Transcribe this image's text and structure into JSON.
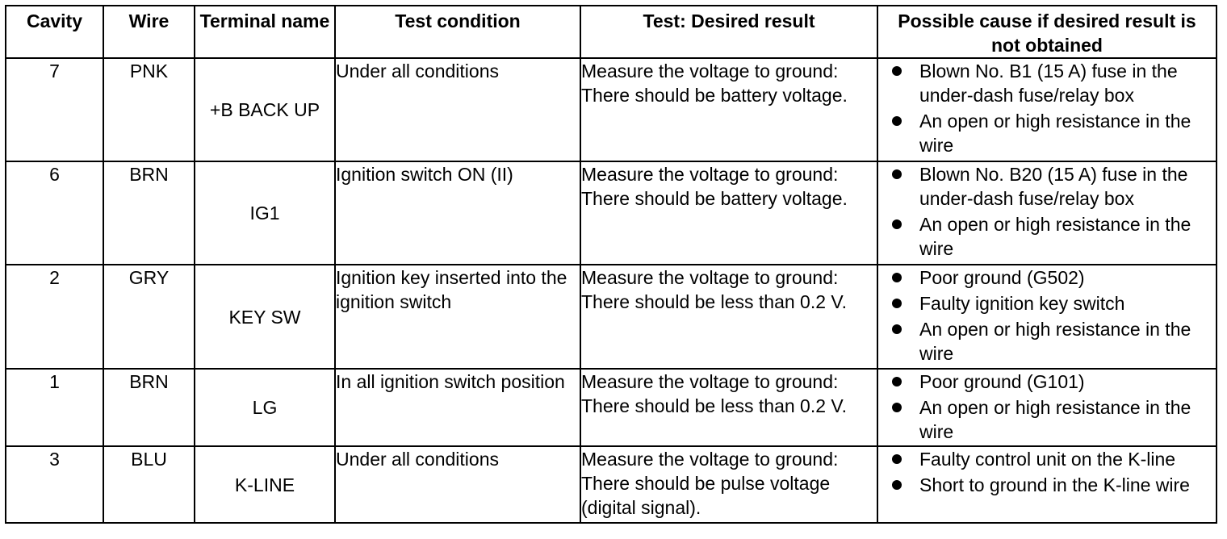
{
  "headers": {
    "cavity": "Cavity",
    "wire": "Wire",
    "terminal": "Terminal name",
    "condition": "Test condition",
    "result": "Test: Desired result",
    "cause": "Possible cause if desired result is not obtained"
  },
  "rows": [
    {
      "cavity": "7",
      "wire": "PNK",
      "terminal": "+B BACK UP",
      "condition": "Under all conditions",
      "result": "Measure the voltage to ground: There should be battery voltage.",
      "causes": [
        "Blown No. B1 (15 A) fuse in the under-dash fuse/relay box",
        "An open or high resistance in the wire"
      ]
    },
    {
      "cavity": "6",
      "wire": "BRN",
      "terminal": "IG1",
      "condition": "Ignition switch ON (II)",
      "result": "Measure the voltage to ground: There should be battery voltage.",
      "causes": [
        "Blown No. B20 (15 A) fuse in the under-dash fuse/relay box",
        "An open or high resistance in the wire"
      ]
    },
    {
      "cavity": "2",
      "wire": "GRY",
      "terminal": "KEY SW",
      "condition": "Ignition key inserted into the ignition switch",
      "result": "Measure the voltage to ground: There should be less than 0.2 V.",
      "causes": [
        "Poor ground (G502)",
        "Faulty ignition key switch",
        "An open or high resistance in the wire"
      ]
    },
    {
      "cavity": "1",
      "wire": "BRN",
      "terminal": "LG",
      "condition": "In all ignition switch position",
      "result": "Measure the voltage to ground: There should be less than 0.2 V.",
      "causes": [
        "Poor ground (G101)",
        "An open or high resistance in the wire"
      ]
    },
    {
      "cavity": "3",
      "wire": "BLU",
      "terminal": "K-LINE",
      "condition": "Under all conditions",
      "result": "Measure the voltage to ground: There should be pulse voltage (digital signal).",
      "causes": [
        "Faulty control unit on the K-line",
        "Short to ground in the K-line wire"
      ]
    }
  ]
}
